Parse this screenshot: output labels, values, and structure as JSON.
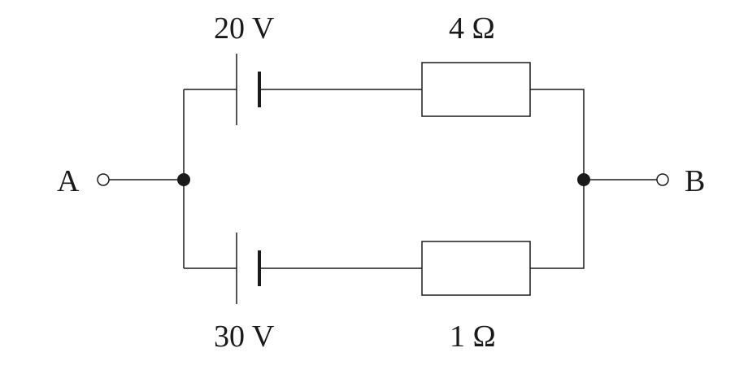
{
  "labels": {
    "battery_top": "20 V",
    "battery_bottom": "30 V",
    "resistor_top": "4 Ω",
    "resistor_bottom": "1 Ω",
    "terminal_a": "A",
    "terminal_b": "B"
  }
}
